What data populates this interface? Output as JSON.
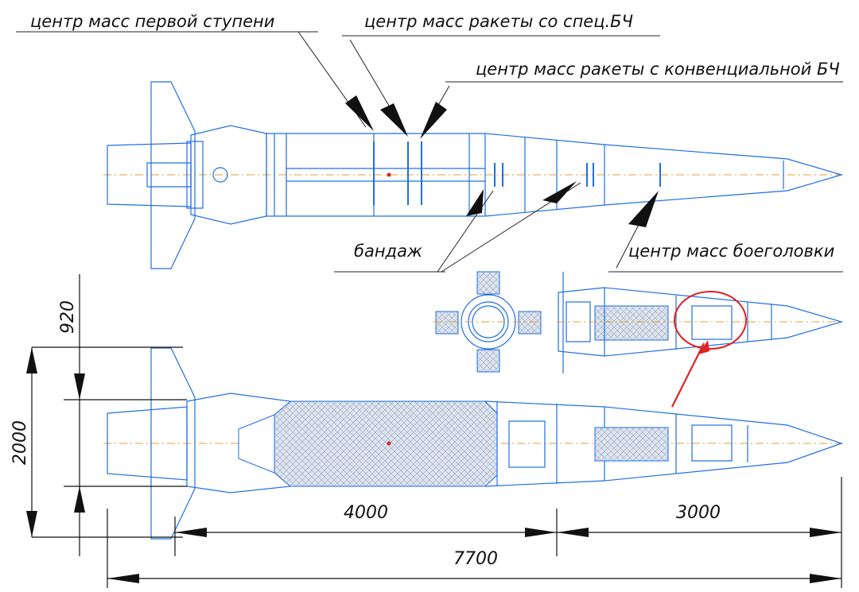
{
  "labels": {
    "cm_stage1": "центр масс первой ступени",
    "cm_special": "центр масс ракеты со спец.БЧ",
    "cm_conventional": "центр масс ракеты с конвенциальной БЧ",
    "band": "бандаж",
    "cm_warhead": "центр масс боеголовки"
  },
  "dimensions": {
    "d920": "920",
    "d2000": "2000",
    "d4000": "4000",
    "d3000": "3000",
    "d7700": "7700"
  },
  "colors": {
    "drawing": "#1f6fe6",
    "fill_hatch": "#c8d4e6",
    "highlight": "#e02020",
    "axis": "#e0a030",
    "text": "#111111"
  }
}
